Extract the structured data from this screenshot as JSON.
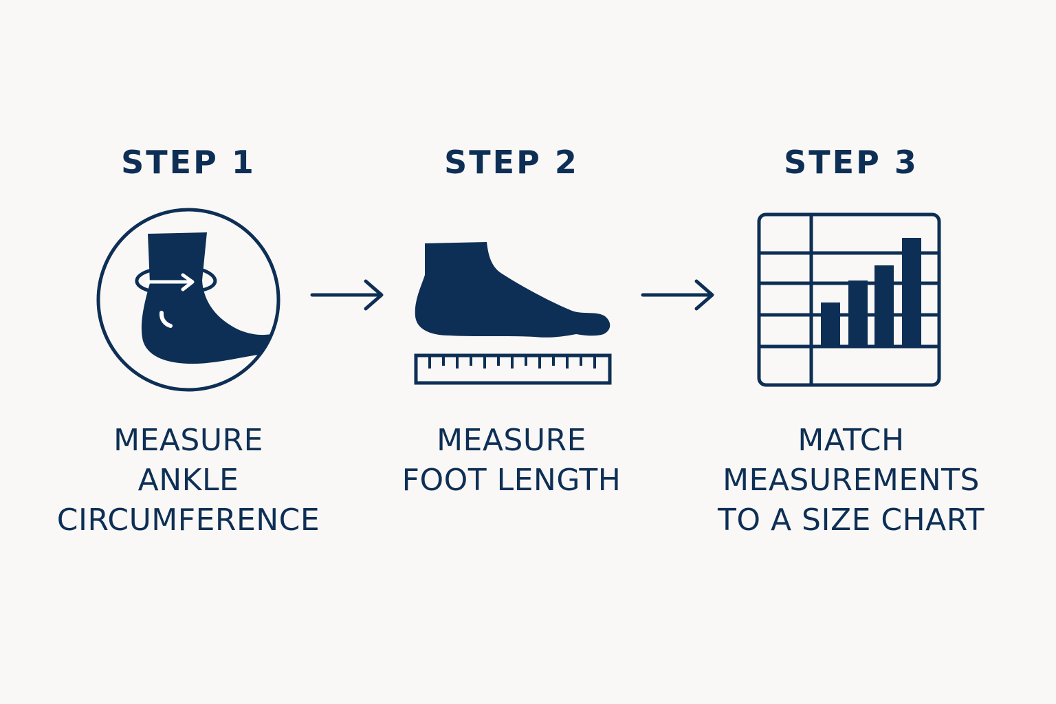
{
  "colors": {
    "background": "#f9f8f6",
    "ink": "#0e2f55"
  },
  "steps": [
    {
      "title": "STEP 1",
      "icon": "ankle-measure-icon",
      "lines": [
        "MEASURE",
        "ANKLE",
        "CIRCUMFERENCE"
      ]
    },
    {
      "title": "STEP 2",
      "icon": "foot-ruler-icon",
      "lines": [
        "MEASURE",
        "FOOT LENGTH"
      ]
    },
    {
      "title": "STEP 3",
      "icon": "size-chart-icon",
      "lines": [
        "MATCH",
        "MEASUREMENTS",
        "TO A SIZE CHART"
      ]
    }
  ],
  "connectors": [
    "arrow-right-icon",
    "arrow-right-icon"
  ]
}
